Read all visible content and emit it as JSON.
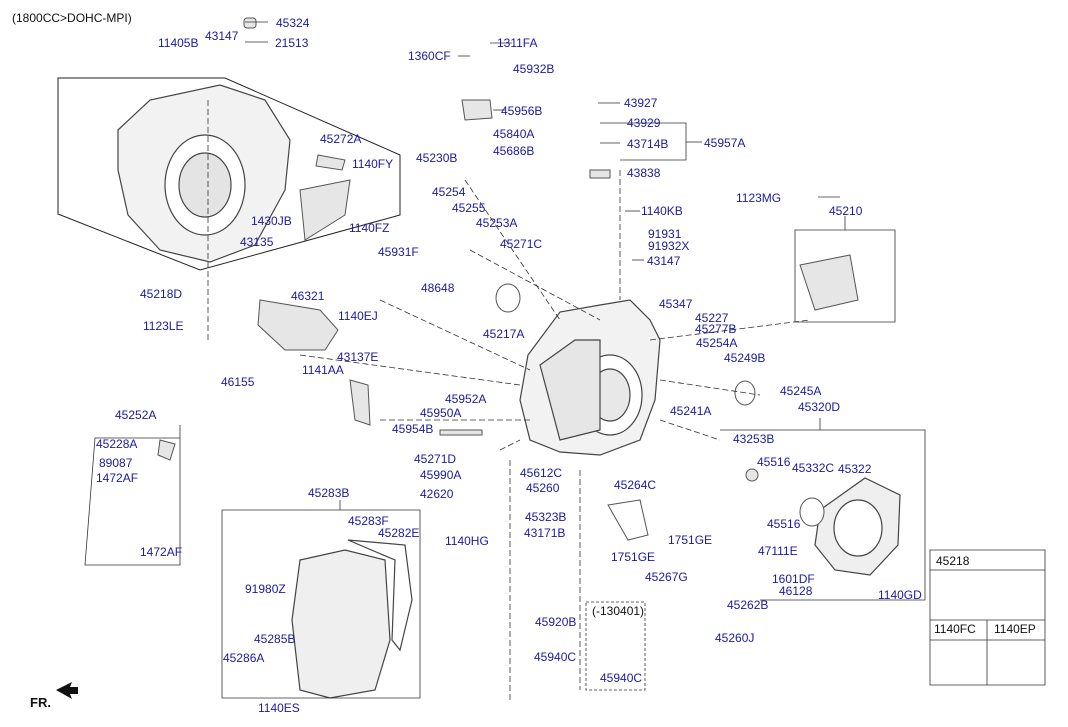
{
  "header": {
    "variant": "(1800CC>DOHC-MPI)",
    "front_label": "FR."
  },
  "colors": {
    "label": "#1a1aa0",
    "line": "#222222",
    "part": "#444444"
  },
  "inset": {
    "range_label": "(-130401)",
    "part_label": "45940C"
  },
  "table": {
    "cell1": "45218",
    "cell2": "1140FC",
    "cell3": "1140EP"
  },
  "labels": [
    "45324",
    "11405B",
    "43147",
    "21513",
    "1311FA",
    "1360CF",
    "45932B",
    "45956B",
    "45840A",
    "45686B",
    "43927",
    "43929",
    "43714B",
    "45957A",
    "43838",
    "45272A",
    "1140FY",
    "45230B",
    "1430JB",
    "43135",
    "1140FZ",
    "45254",
    "45255",
    "45253A",
    "45271C",
    "45931F",
    "48648",
    "45218D",
    "46321",
    "1140EJ",
    "1123LE",
    "1140KB",
    "91931",
    "91932X",
    "43147",
    "1123MG",
    "45210",
    "45347",
    "45227",
    "45277B",
    "45217A",
    "45254A",
    "45249B",
    "43137E",
    "1141AA",
    "46155",
    "45952A",
    "45950A",
    "45954B",
    "45245A",
    "45241A",
    "45320D",
    "45252A",
    "45228A",
    "89087",
    "1472AF",
    "45271D",
    "45990A",
    "45612C",
    "45260",
    "42620",
    "45264C",
    "43253B",
    "45516",
    "45332C",
    "45322",
    "45283B",
    "45283F",
    "45282E",
    "45323B",
    "43171B",
    "1751GE",
    "1751GE",
    "1140HG",
    "45516",
    "47111E",
    "45267G",
    "1601DF",
    "46128",
    "1140GD",
    "1472AF",
    "91980Z",
    "45920B",
    "45262B",
    "45285B",
    "45286A",
    "45940C",
    "45260J",
    "1140ES"
  ]
}
